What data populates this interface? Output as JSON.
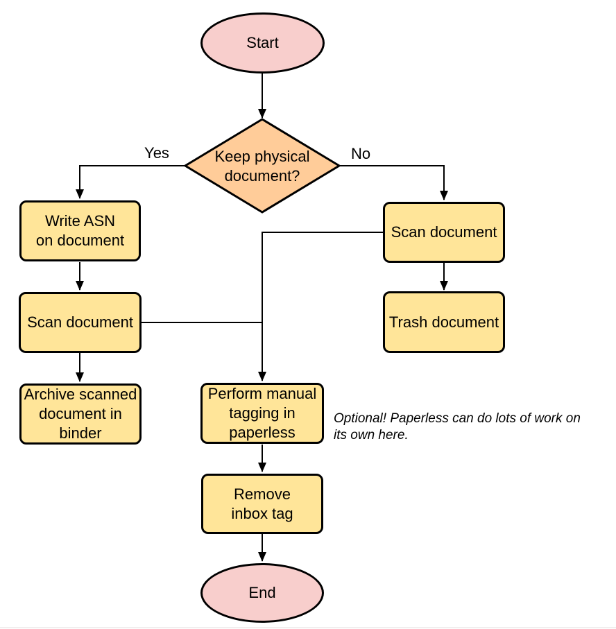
{
  "diagram": {
    "type": "flowchart",
    "nodes": {
      "start": {
        "lines": [
          "Start"
        ]
      },
      "decision": {
        "lines": [
          "Keep physical",
          "document?"
        ]
      },
      "write_asn": {
        "lines": [
          "Write ASN",
          "on document"
        ]
      },
      "scan_left": {
        "lines": [
          "Scan document"
        ]
      },
      "archive": {
        "lines": [
          "Archive scanned",
          "document in",
          "binder"
        ]
      },
      "scan_right": {
        "lines": [
          "Scan document"
        ]
      },
      "trash": {
        "lines": [
          "Trash document"
        ]
      },
      "perform_tagging": {
        "lines": [
          "Perform manual",
          "tagging in",
          "paperless"
        ]
      },
      "remove_inbox": {
        "lines": [
          "Remove",
          "inbox tag"
        ]
      },
      "end": {
        "lines": [
          "End"
        ]
      }
    },
    "edge_labels": {
      "yes": "Yes",
      "no": "No"
    },
    "edges": [
      {
        "from": "start",
        "to": "decision"
      },
      {
        "from": "decision",
        "to": "write_asn",
        "label": "Yes"
      },
      {
        "from": "decision",
        "to": "scan_right",
        "label": "No"
      },
      {
        "from": "write_asn",
        "to": "scan_left"
      },
      {
        "from": "scan_left",
        "to": "archive"
      },
      {
        "from": "scan_left",
        "to": "perform_tagging"
      },
      {
        "from": "scan_right",
        "to": "trash"
      },
      {
        "from": "scan_right",
        "to": "perform_tagging"
      },
      {
        "from": "perform_tagging",
        "to": "remove_inbox"
      },
      {
        "from": "remove_inbox",
        "to": "end"
      }
    ],
    "annotation": {
      "lines": [
        "Optional! Paperless can do lots of work on",
        "its own here."
      ]
    },
    "colors": {
      "terminator_fill": "#F8CECC",
      "decision_fill": "#FFCC99",
      "process_fill": "#FFE599",
      "stroke": "#000000",
      "background": "#FFFFFF"
    }
  }
}
